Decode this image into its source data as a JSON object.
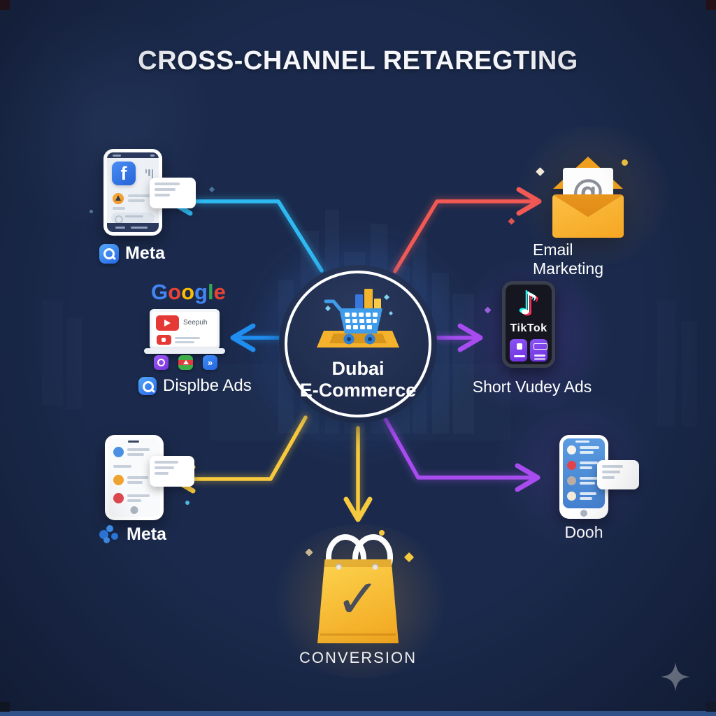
{
  "title": "CROSS-CHANNEL RETAREGTING",
  "hub": {
    "title_line1": "Dubai",
    "title_line2": "E-Commerce"
  },
  "channels": {
    "meta_top": {
      "label": "Meta",
      "app_glyph": "f"
    },
    "google_display": {
      "brand_letters": [
        {
          "ch": "G",
          "style": "color:#4285F4"
        },
        {
          "ch": "o",
          "style": "color:#EA4335"
        },
        {
          "ch": "o",
          "style": "color:#FBBC05"
        },
        {
          "ch": "g",
          "style": "color:#4285F4"
        },
        {
          "ch": "l",
          "style": "color:#34A853"
        },
        {
          "ch": "e",
          "style": "color:#EA4335"
        }
      ],
      "screen_text": "Seepuh",
      "label": "Displbe Ads"
    },
    "meta_bottom": {
      "label": "Meta"
    },
    "email": {
      "label": "Email Marketing",
      "at_glyph": "@"
    },
    "tiktok": {
      "brand": "TikTok",
      "label": "Short Vudey Ads"
    },
    "dooh": {
      "label": "Dooh"
    },
    "conversion": {
      "label": "CONVERSION"
    }
  },
  "colors": {
    "background": "#1b2a4c",
    "line_cyan": "#2fb9f2",
    "line_blue": "#1f8ef0",
    "line_red": "#f25955",
    "line_purple": "#a84cf0",
    "line_yellow": "#f6c93e",
    "facebook_blue": "#3b7de0",
    "tiktok_cyan": "#25F4EE",
    "tiktok_pink": "#FE2C55",
    "gold": "#f6b62f"
  }
}
